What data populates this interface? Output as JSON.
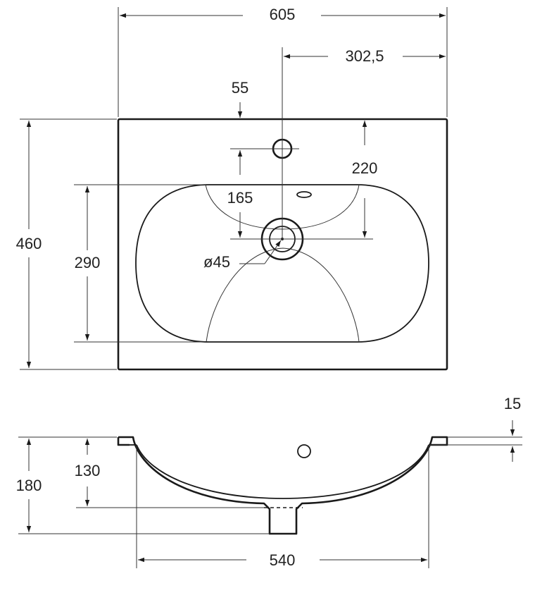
{
  "dimensions": {
    "total_width": "605",
    "tap_offset": "302,5",
    "tap_hole_offset": "55",
    "tap_to_drain": "220",
    "drain_offset": "165",
    "drain_diameter": "ø45",
    "total_depth": "460",
    "bowl_depth": "290",
    "rim_thickness": "15",
    "bowl_height": "130",
    "total_height": "180",
    "bowl_width": "540"
  },
  "colors": {
    "outline": "#1a1a1a",
    "dimension_line": "#333333",
    "text": "#222222",
    "background": "#ffffff"
  }
}
